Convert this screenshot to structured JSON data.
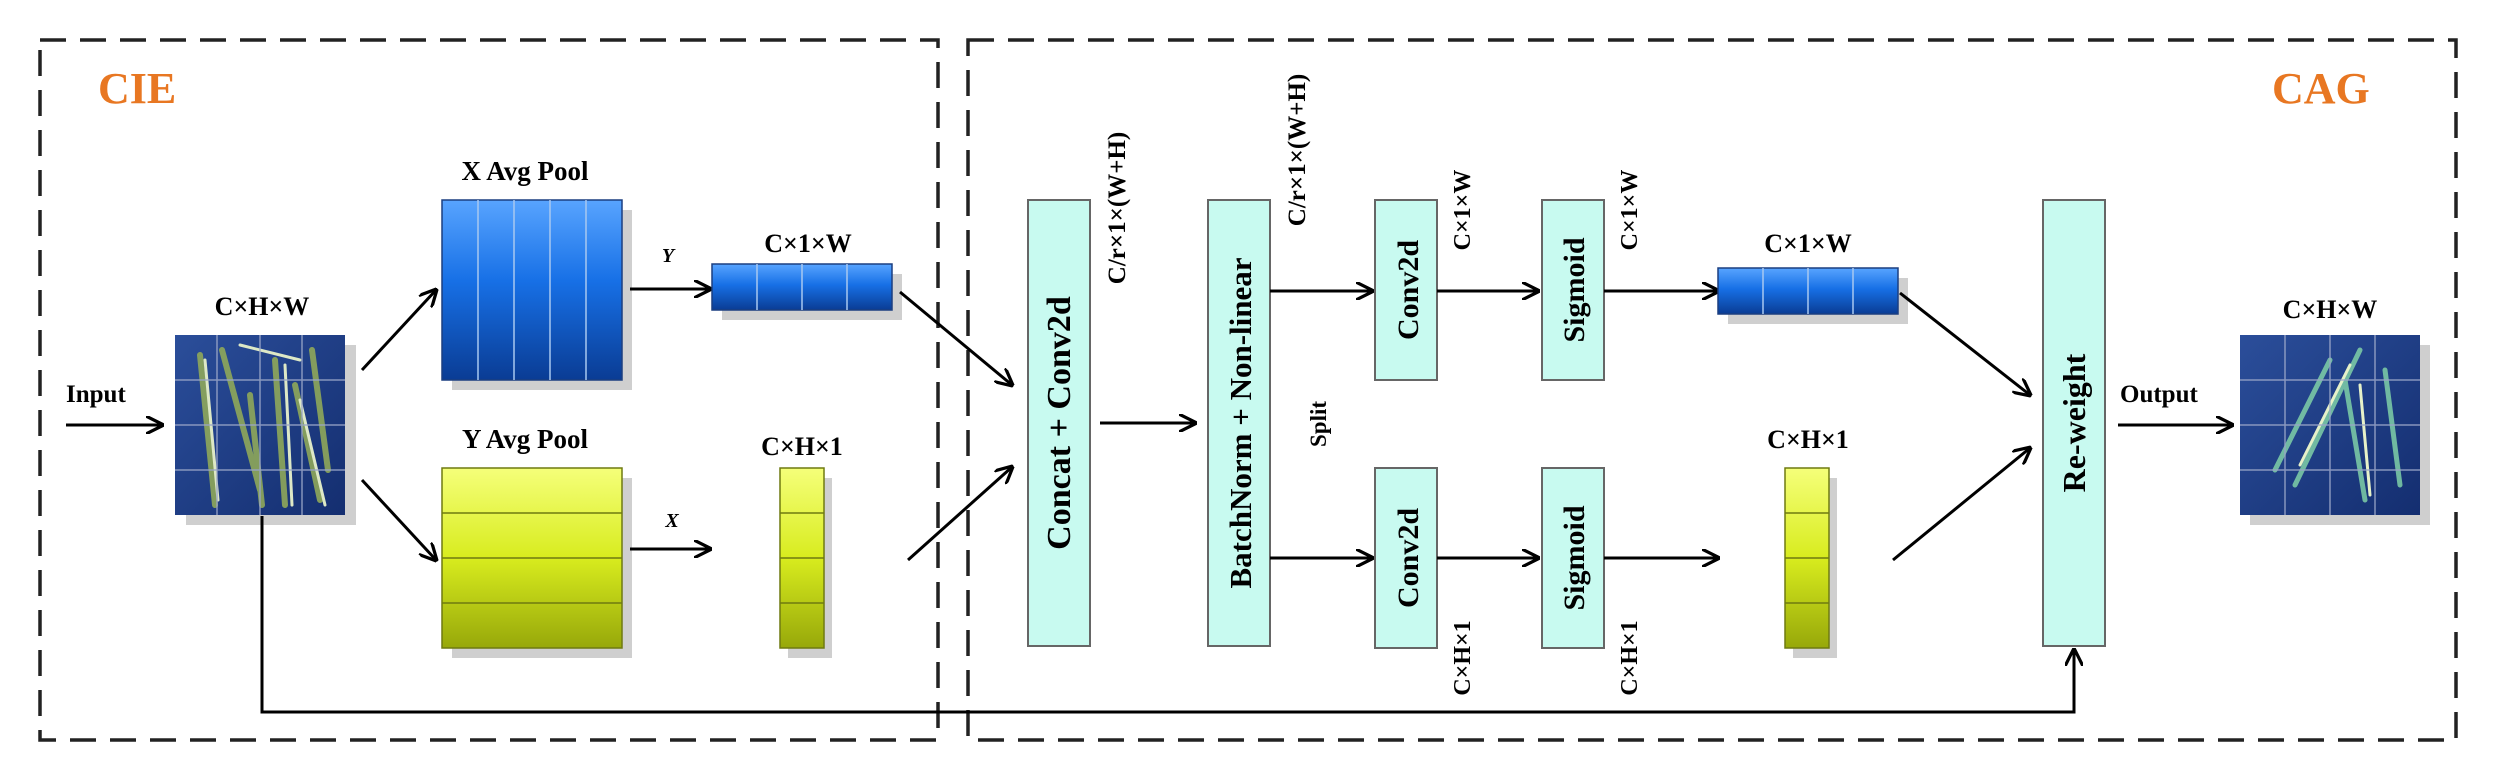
{
  "sections": {
    "cie": "CIE",
    "cag": "CAG"
  },
  "labels": {
    "input": "Input",
    "output": "Output",
    "input_shape": "C×H×W",
    "output_shape": "C×H×W",
    "x_pool": "X Avg Pool",
    "y_pool": "Y Avg Pool",
    "y_axis": "Y",
    "x_axis": "X",
    "cie_top_shape": "C×1×W",
    "cie_bottom_shape": "C×H×1",
    "concat": "Concat + Conv2d",
    "concat_shape": "C/r×1×(W+H)",
    "bn": "BatchNorm + Non-linear",
    "bn_shape": "C/r×1×(W+H)",
    "split": "Split",
    "conv_top": "Conv2d",
    "conv_top_shape": "C×1×W",
    "sig_top": "Sigmoid",
    "sig_top_shape": "C×1×W",
    "conv_bottom": "Conv2d",
    "conv_bottom_shape": "C×H×1",
    "sig_bottom": "Sigmoid",
    "sig_bottom_shape": "C×H×1",
    "cag_top_shape": "C×1×W",
    "cag_bottom_shape": "C×H×1",
    "reweight": "Re-weight"
  },
  "colors": {
    "section_title": "#E87722",
    "module_fill": "#C8FAF0",
    "blue": "#1460C8",
    "yellow": "#D7EA1C",
    "image_bg": "#1F3E8C"
  }
}
